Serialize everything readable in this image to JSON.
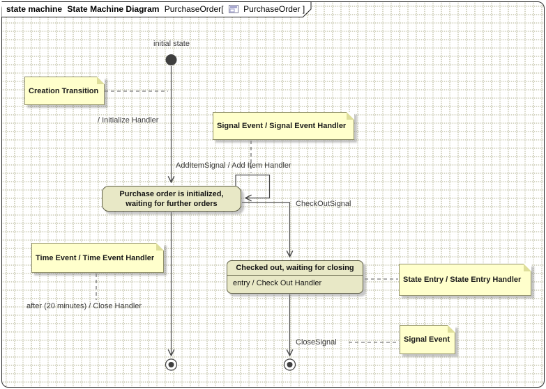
{
  "header": {
    "kind": "state machine",
    "type": "State Machine Diagram",
    "name": "PurchaseOrder[",
    "icon": "state-machine-diagram-icon",
    "context": "PurchaseOrder ]"
  },
  "diagram": {
    "initial_state_label": "initial state",
    "states": {
      "purchase_order": {
        "line1": "Purchase order is initialized,",
        "line2": "waiting for further orders"
      },
      "checked_out": {
        "name": "Checked out, waiting for closing",
        "internal": "entry / Check Out Handler"
      }
    },
    "transition_labels": {
      "initialize": "/ Initialize Handler",
      "add_item": "AddItemSignal / Add Item Handler",
      "check_out": "CheckOutSignal",
      "close_after": "after (20 minutes) / Close Handler",
      "close_signal": "CloseSignal"
    },
    "notes": {
      "creation_transition": "Creation Transition",
      "signal_event_handler": "Signal Event / Signal Event Handler",
      "time_event_handler": "Time Event / Time Event Handler",
      "state_entry_handler": "State Entry / State Entry Handler",
      "signal_event": "Signal Event"
    }
  },
  "colors": {
    "note_fill": "#ffffcc",
    "note_border": "#8f8f68",
    "state_fill": "#e8e8c6",
    "state_border": "#5f5f46",
    "line": "#4a4a4a",
    "shadow": "#c2c2ae"
  }
}
